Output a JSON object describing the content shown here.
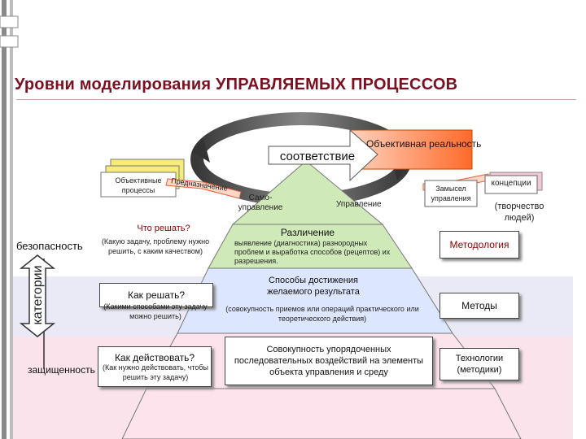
{
  "title": "Уровни моделирования УПРАВЛЯЕМЫХ ПРОЦЕССОВ",
  "top": {
    "correspondence": "соответствие",
    "object_reality": "Объективная реальность",
    "objective_processes": "Объективные процессы",
    "purpose": "Предназначение",
    "self_management": "Само-управление",
    "management": "Управление",
    "intent": "Замысел управления",
    "concepts": "концепции",
    "creativity": "(творчество людей)"
  },
  "left": {
    "safety": "безопасность",
    "categories": "категории",
    "protection": "защищенность"
  },
  "rows": [
    {
      "question": "Что решать?",
      "question_note": "(Какую задачу, проблему нужно решить, с каким качеством)",
      "pyramid_title": "Различение",
      "pyramid_text": "выявление (диагностика) разнородных проблем и выработка способов (рецептов) их разрешения.",
      "right": "Методология"
    },
    {
      "question": "Как решать?",
      "question_note": "(Какими способами эту задачу можно решить)",
      "pyramid_title": "Способы достижения желаемого результата",
      "pyramid_text": "(совокупность приемов или операций практического или теоретического действия)",
      "right": "Методы"
    },
    {
      "question": "Как действовать?",
      "question_note": "(Как нужно действовать, чтобы решить эту задачу)",
      "pyramid_title": "Совокупность упорядоченных последовательных воздействий на элементы объекта управления и среду",
      "pyramid_text": "",
      "right": "Технологии (методики)"
    }
  ],
  "colors": {
    "title": "#7a1020",
    "pyramid_top": "#cfe9b8",
    "pyramid_mid": "#dde6ff",
    "pyramid_bottom": "#fde3ec",
    "right_text": "#8b0000",
    "arrow_orange": "#ff7a3c"
  }
}
